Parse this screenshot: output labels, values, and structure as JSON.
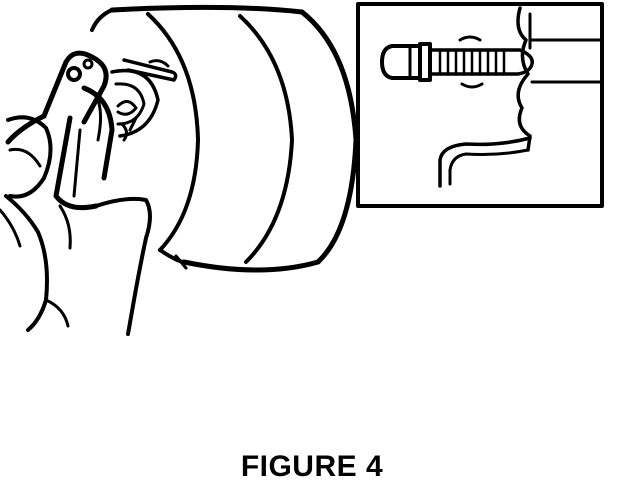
{
  "figure": {
    "caption": "FIGURE 4"
  },
  "colors": {
    "ink": "#000000",
    "paper": "#ffffff"
  },
  "icons": {
    "main_illustration": "brake-drum-with-pliers-illustration",
    "detail_inset": "bolt-detail-inset-illustration"
  }
}
